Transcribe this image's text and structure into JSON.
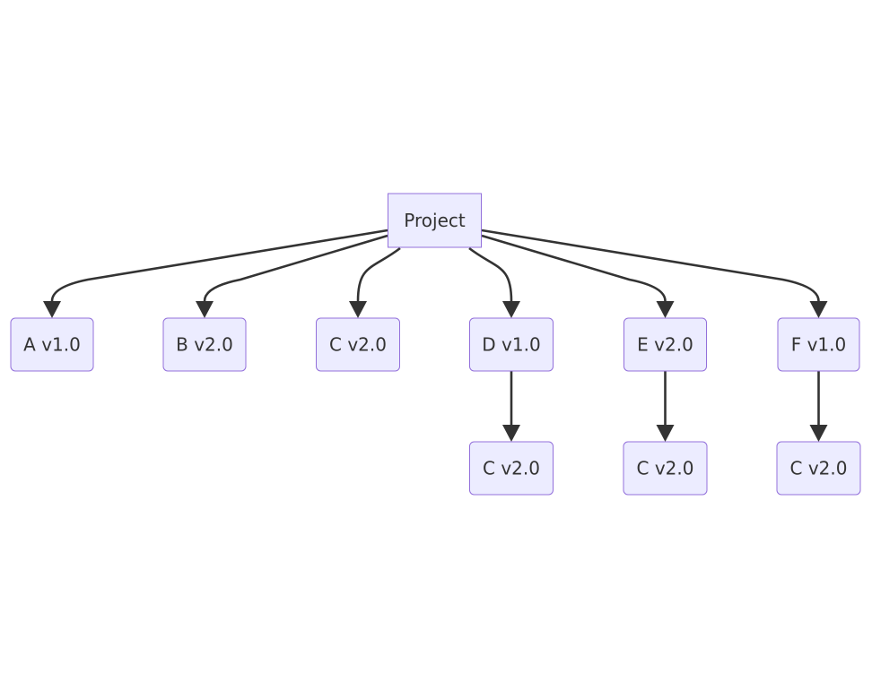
{
  "diagram": {
    "root": {
      "label": "Project"
    },
    "children": [
      {
        "label": "A v1.0",
        "dependencies": []
      },
      {
        "label": "B v2.0",
        "dependencies": []
      },
      {
        "label": "C v2.0",
        "dependencies": []
      },
      {
        "label": "D v1.0",
        "dependencies": [
          {
            "label": "C v2.0"
          }
        ]
      },
      {
        "label": "E v2.0",
        "dependencies": [
          {
            "label": "C v2.0"
          }
        ]
      },
      {
        "label": "F v1.0",
        "dependencies": [
          {
            "label": "C v2.0"
          }
        ]
      }
    ],
    "colors": {
      "node_fill": "#ececff",
      "node_stroke": "#9370db",
      "edge": "#333333",
      "text": "#333333"
    }
  }
}
